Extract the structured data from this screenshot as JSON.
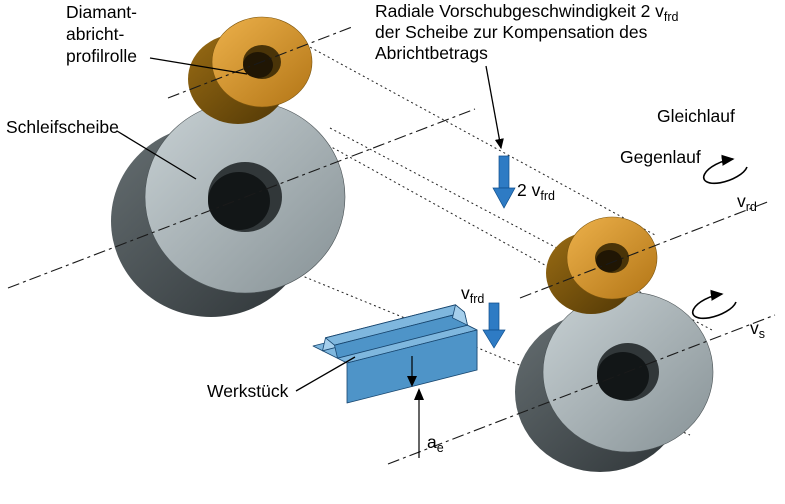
{
  "diagram": {
    "labels": {
      "dresser1": "Diamant-",
      "dresser2": "abricht-",
      "dresser3": "profilrolle",
      "grinding_wheel": "Schleifscheibe",
      "feed1_main": "Radiale Vorschubgeschwindigkeit 2 v",
      "feed1_sub": "frd",
      "feed2": "der Scheibe zur Kompensation des",
      "feed3": "Abrichtbetrags",
      "synchronous": "Gleichlauf",
      "counter": "Gegenlauf",
      "v_rd_main": "v",
      "v_rd_sub": "rd",
      "v_s_main": "v",
      "v_s_sub": "s",
      "two_vfrd_main": "2 v",
      "two_vfrd_sub": "frd",
      "vfrd_main": "v",
      "vfrd_sub": "frd",
      "workpiece": "Werkstück",
      "ae_main": "a",
      "ae_sub": "e"
    },
    "colors": {
      "roller_face": "#D79C38",
      "roller_side": "#8A5E12",
      "roller_bore": "#4A3408",
      "roller_bore_inner": "#201604",
      "wheel_face": "#A9B3B7",
      "wheel_side": "#4E5659",
      "wheel_bore": "#313739",
      "wheel_bore_inner": "#121617",
      "workpiece_top": "#7FB7DE",
      "workpiece_front": "#4E94C8",
      "workpiece_cap": "#A5CFEC",
      "feed_arrow": "#2E7BC4",
      "line": "#1A1A1A",
      "background": "#FFFFFF"
    }
  }
}
